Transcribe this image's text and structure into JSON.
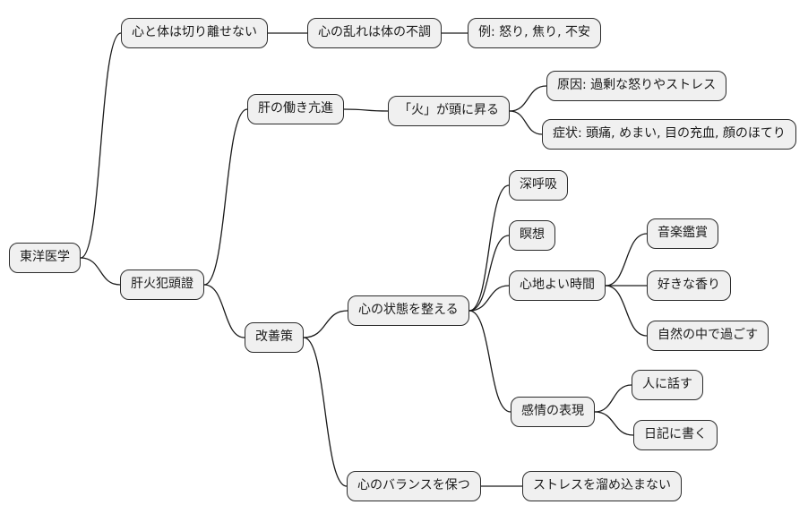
{
  "diagram": {
    "type": "mindmap",
    "title": "東洋医学",
    "nodes": {
      "toyo": {
        "label": "東洋医学"
      },
      "mind_body": {
        "label": "心と体は切り離せない"
      },
      "mind_disorder": {
        "label": "心の乱れは体の不調"
      },
      "rei": {
        "label": "例: 怒り, 焦り, 不安"
      },
      "kan_hataraki": {
        "label": "肝の働き亢進"
      },
      "hi_rises": {
        "label": "「火」が頭に昇る"
      },
      "genin": {
        "label": "原因: 過剰な怒りやストレス"
      },
      "shojo": {
        "label": "症状: 頭痛, めまい, 目の充血, 顔のほてり"
      },
      "kanka": {
        "label": "肝火犯頭證"
      },
      "kaizen": {
        "label": "改善策"
      },
      "jotai": {
        "label": "心の状態を整える"
      },
      "shinkokyu": {
        "label": "深呼吸"
      },
      "meiso": {
        "label": "瞑想"
      },
      "kokochi": {
        "label": "心地よい時間"
      },
      "ongaku": {
        "label": "音楽鑑賞"
      },
      "kaori": {
        "label": "好きな香り"
      },
      "shizen": {
        "label": "自然の中で過ごす"
      },
      "kanjo": {
        "label": "感情の表現"
      },
      "hanasu": {
        "label": "人に話す"
      },
      "nikki": {
        "label": "日記に書く"
      },
      "balance": {
        "label": "心のバランスを保つ"
      },
      "stress": {
        "label": "ストレスを溜め込まない"
      }
    },
    "edges": [
      {
        "from": "toyo",
        "to": "mind_body"
      },
      {
        "from": "toyo",
        "to": "kanka"
      },
      {
        "from": "mind_body",
        "to": "mind_disorder"
      },
      {
        "from": "mind_disorder",
        "to": "rei"
      },
      {
        "from": "kanka",
        "to": "kan_hataraki"
      },
      {
        "from": "kanka",
        "to": "kaizen"
      },
      {
        "from": "kan_hataraki",
        "to": "hi_rises"
      },
      {
        "from": "hi_rises",
        "to": "genin"
      },
      {
        "from": "hi_rises",
        "to": "shojo"
      },
      {
        "from": "kaizen",
        "to": "jotai"
      },
      {
        "from": "kaizen",
        "to": "balance"
      },
      {
        "from": "jotai",
        "to": "shinkokyu"
      },
      {
        "from": "jotai",
        "to": "meiso"
      },
      {
        "from": "jotai",
        "to": "kokochi"
      },
      {
        "from": "jotai",
        "to": "kanjo"
      },
      {
        "from": "kokochi",
        "to": "ongaku"
      },
      {
        "from": "kokochi",
        "to": "kaori"
      },
      {
        "from": "kokochi",
        "to": "shizen"
      },
      {
        "from": "kanjo",
        "to": "hanasu"
      },
      {
        "from": "kanjo",
        "to": "nikki"
      },
      {
        "from": "balance",
        "to": "stress"
      }
    ]
  },
  "colors": {
    "background": "#ffffff",
    "node_fill": "#f0f0f0",
    "node_border": "#2b2b2b",
    "connector": "#1a1a1a",
    "text": "#1a1a1a"
  }
}
